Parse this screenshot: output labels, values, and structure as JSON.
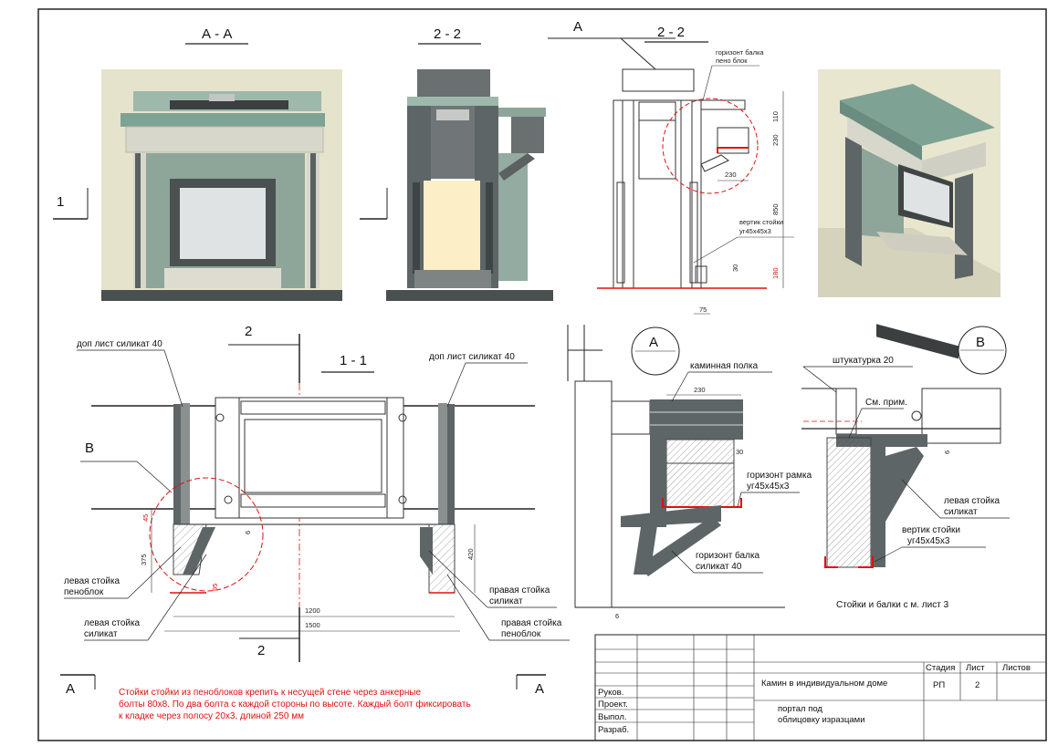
{
  "views": {
    "aa_title": "А - А",
    "s22_title_left": "2 - 2",
    "s22_title_right": "2 - 2",
    "a_marker": "А",
    "s11_title": "1 - 1",
    "cut1": "1",
    "cut2_top": "2",
    "cut2_bottom": "2",
    "cutB": "В",
    "cutA_left": "А",
    "cutA_right": "А",
    "callout_A": "А",
    "callout_B": "В"
  },
  "section22_labels": {
    "horiz_beam": "горизонт балка",
    "foam_block": "пено блок",
    "vert_posts": "вертик стойки",
    "angle": "уг45х45х3"
  },
  "section22_dims": {
    "d110": "110",
    "d230v": "230",
    "d230h": "230",
    "d850": "850",
    "d30": "30",
    "d180": "180",
    "d75": "75"
  },
  "plan_labels": {
    "add_sheet_left": "доп лист силикат 40",
    "add_sheet_right": "доп лист силикат 40",
    "left_post_foam": "левая стойка",
    "left_post_foam2": "пеноблок",
    "left_post_sil": "левая стойка",
    "left_post_sil2": "силикат",
    "right_post_sil": "правая стойка",
    "right_post_sil2": "силикат",
    "right_post_foam": "правая стойка",
    "right_post_foam2": "пеноблок"
  },
  "plan_dims": {
    "d45": "45",
    "d375": "375",
    "d95": "95",
    "d6": "6",
    "d420": "420",
    "d1200": "1200",
    "d1500": "1500"
  },
  "detailA": {
    "shelf": "каминная полка",
    "d230": "230",
    "d30": "30",
    "frame": "горизонт рамка",
    "frame2": "уг45х45х3",
    "beam": "горизонт балка",
    "beam2": "силикат 40",
    "d6": "6"
  },
  "detailB": {
    "plaster": "штукатурка 20",
    "see_note": "См. прим.",
    "d6": "6",
    "left_post": "левая стойка",
    "left_post2": "силикат",
    "vert_posts": "вертик стойки",
    "vert_posts2": "уг45х45х3",
    "note": "Стойки и балки с м. лист 3"
  },
  "red_note": {
    "line1": "Стойки стойки из пеноблоков крепить к несущей стене  через анкерные",
    "line2": "болты 80х8. По два болта с каждой стороны по высоте. Каждый болт  фиксировать",
    "line3": "к кладке через полосу 20х3, длиной 250 мм"
  },
  "title_block": {
    "stage_h": "Стадия",
    "sheet_h": "Лист",
    "sheets_h": "Листов",
    "stage": "РП",
    "sheet": "2",
    "project": "Камин в индивидуальном доме",
    "drawing1": "портал под",
    "drawing2": "облицовку изразцами",
    "role1": "Руков.",
    "role2": "Проект.",
    "role3": "Выпол.",
    "role4": "Разраб."
  },
  "colors": {
    "steel": "#5e6566",
    "green": "#93aba0",
    "render_bg": "#e9e6cf",
    "stone": "#d9d9cf",
    "glow": "#fcefc8",
    "red": "#e01010"
  }
}
